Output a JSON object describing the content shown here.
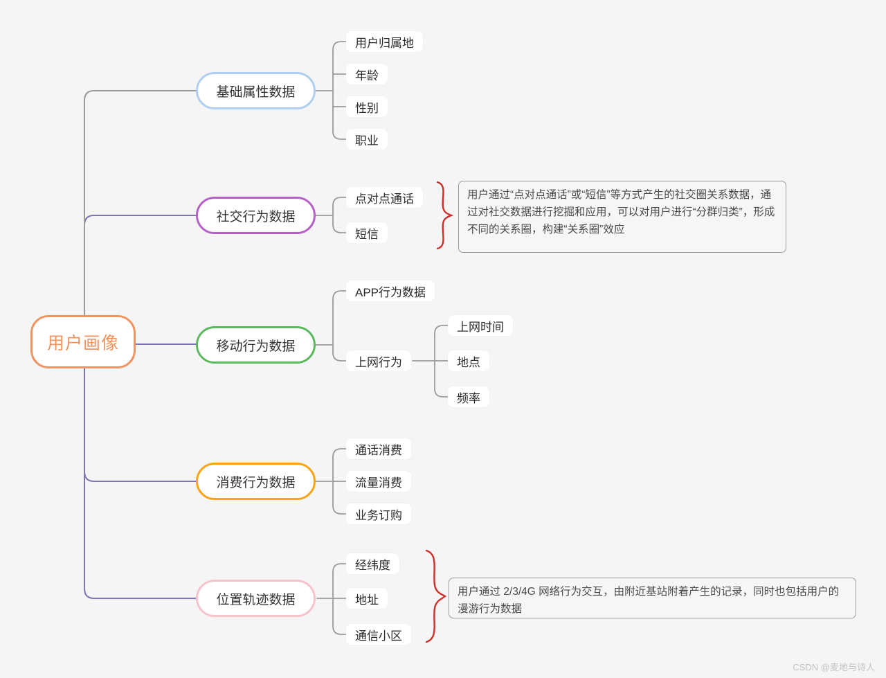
{
  "root": {
    "label": "用户画像",
    "accent_color": "#F0945F"
  },
  "branches": [
    {
      "label": "基础属性数据",
      "border_color": "#AFCEF0",
      "children": [
        {
          "label": "用户归属地"
        },
        {
          "label": "年龄"
        },
        {
          "label": "性别"
        },
        {
          "label": "职业"
        }
      ]
    },
    {
      "label": "社交行为数据",
      "border_color": "#B55FC8",
      "children": [
        {
          "label": "点对点通话"
        },
        {
          "label": "短信"
        }
      ],
      "annotation": "用户通过“点对点通话”或“短信”等方式产生的社交圈关系数据，通过对社交数据进行挖掘和应用，可以对用户进行“分群归类”，形成不同的关系圈，构建“关系圈”效应"
    },
    {
      "label": "移动行为数据",
      "border_color": "#5CB85C",
      "children": [
        {
          "label": "APP行为数据"
        },
        {
          "label": "上网行为",
          "children": [
            {
              "label": "上网时间"
            },
            {
              "label": "地点"
            },
            {
              "label": "频率"
            }
          ]
        }
      ]
    },
    {
      "label": "消费行为数据",
      "border_color": "#FCA311",
      "children": [
        {
          "label": "通话消费"
        },
        {
          "label": "流量消费"
        },
        {
          "label": "业务订购"
        }
      ]
    },
    {
      "label": "位置轨迹数据",
      "border_color": "#F6C2CB",
      "children": [
        {
          "label": "经纬度"
        },
        {
          "label": "地址"
        },
        {
          "label": "通信小区"
        }
      ],
      "annotation": "用户通过 2/3/4G 网络行为交互，由附近基站附着产生的记录，同时也包括用户的漫游行为数据"
    }
  ],
  "line_colors": {
    "trunk": "#7D76B2",
    "sub": "#9B9B9B",
    "brace": "#CE2F2B"
  },
  "background_color": "#F5F5F6",
  "watermark": "CSDN @麦地与诗人"
}
